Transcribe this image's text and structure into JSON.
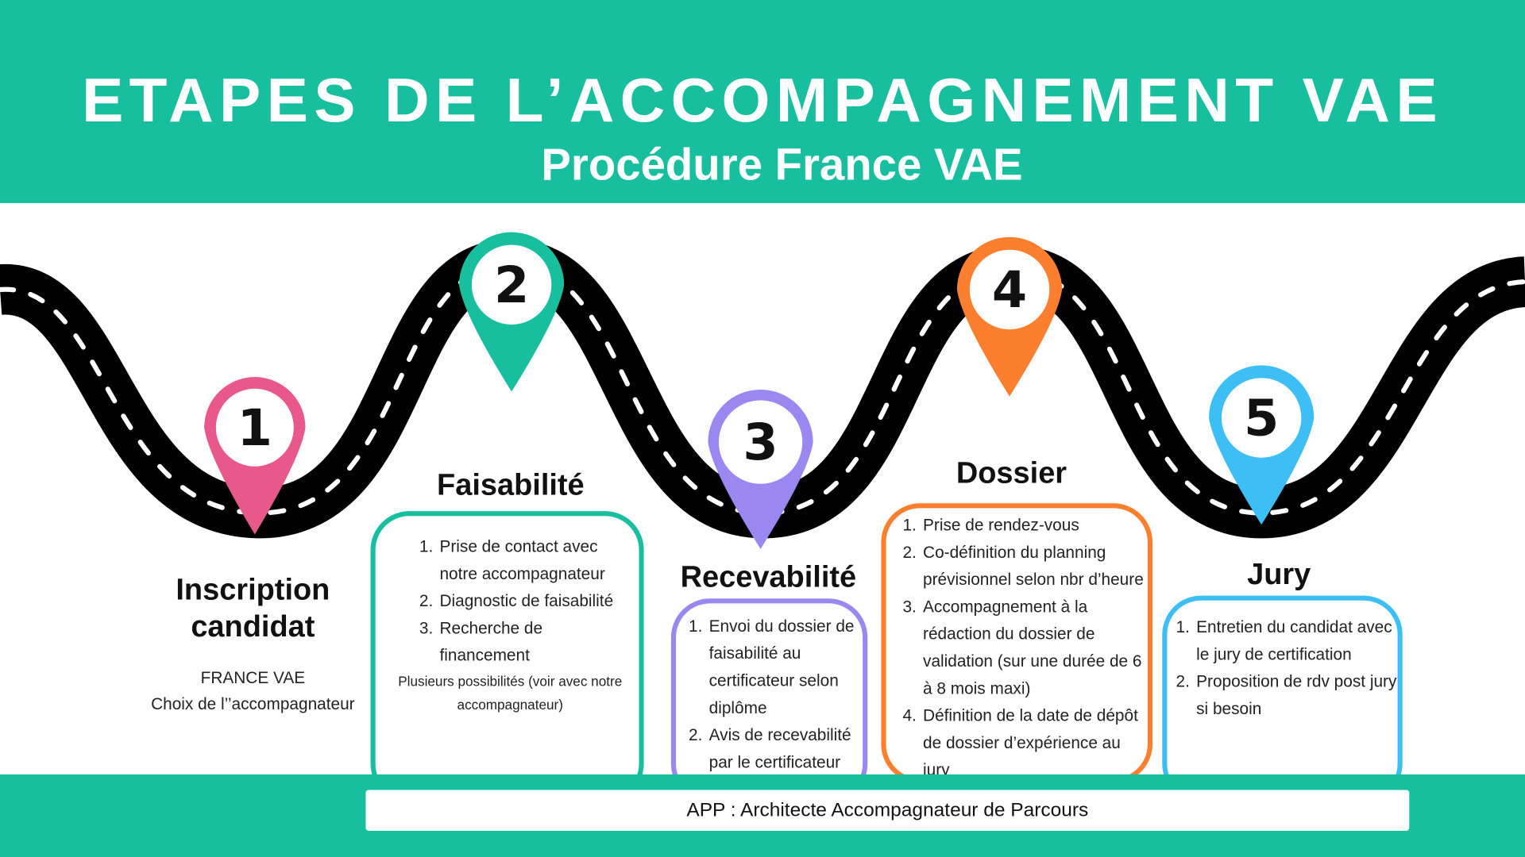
{
  "header": {
    "title": "ETAPES DE L’ACCOMPAGNEMENT VAE",
    "subtitle": "Procédure France VAE"
  },
  "colors": {
    "teal": "#17bf9f",
    "pink": "#e8588a",
    "purple": "#9b87f0",
    "orange": "#fc7e2f",
    "blue": "#3dbff5"
  },
  "steps": [
    {
      "number": "1",
      "title_line1": "Inscription",
      "title_line2": "candidat",
      "text_line1": "FRANCE VAE",
      "text_line2": "Choix de l’’accompagnateur"
    },
    {
      "number": "2",
      "title": "Faisabilité",
      "items": [
        "Prise de contact avec notre accompagnateur",
        "Diagnostic de faisabilité",
        "Recherche de financement"
      ],
      "note": "Plusieurs possibilités (voir avec notre accompagnateur)"
    },
    {
      "number": "3",
      "title": "Recevabilité",
      "items": [
        "Envoi du dossier de faisabilité au certificateur selon diplôme",
        "Avis de recevabilité par le certificateur"
      ]
    },
    {
      "number": "4",
      "title": "Dossier",
      "items": [
        "Prise de rendez-vous",
        "Co-définition du planning prévisionnel selon nbr d’heure",
        "Accompagnement à la rédaction du dossier de validation (sur une durée de 6 à 8 mois maxi)",
        "Définition de la date de dépôt de dossier d’expérience  au jury"
      ]
    },
    {
      "number": "5",
      "title": "Jury",
      "items": [
        "Entretien du candidat avec le jury de certification",
        "Proposition de rdv post jury si besoin"
      ]
    }
  ],
  "footer": {
    "label": "APP : Architecte Accompagnateur de Parcours"
  }
}
